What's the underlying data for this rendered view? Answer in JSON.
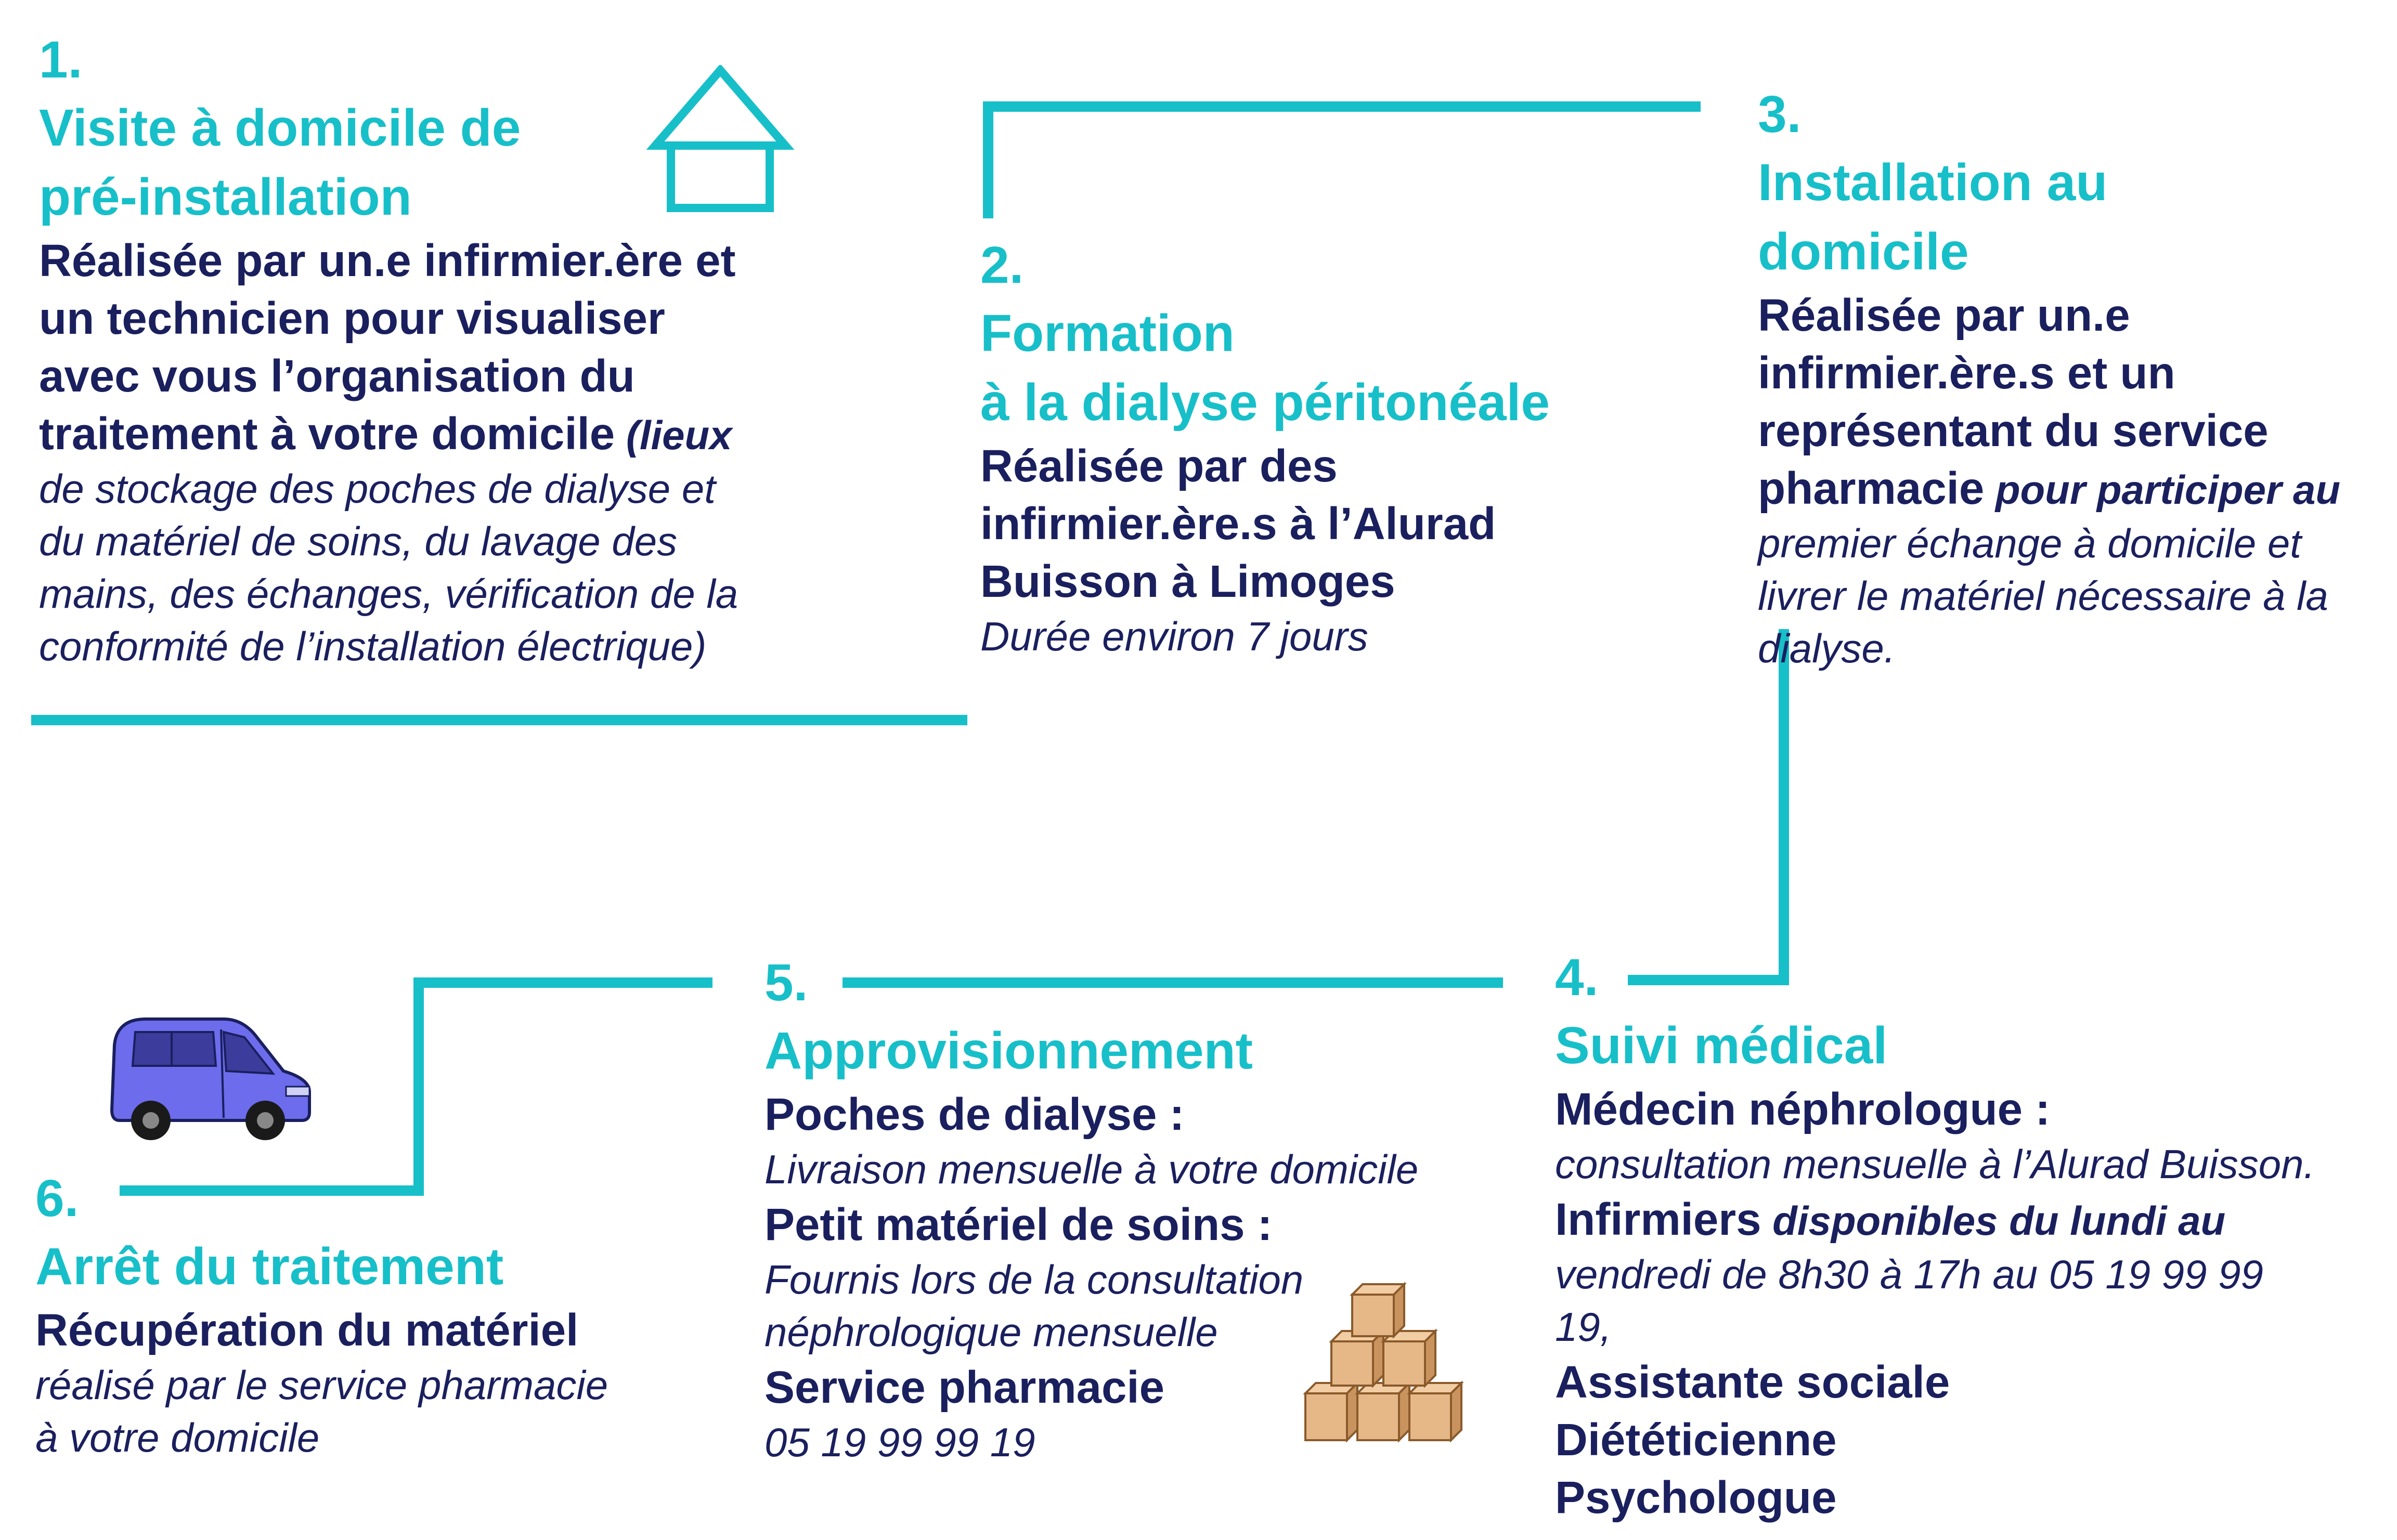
{
  "colors": {
    "accent": "#17bfc9",
    "text": "#1a1f5e"
  },
  "icons": [
    "house-icon",
    "van-icon",
    "boxes-icon"
  ],
  "steps": [
    {
      "num": "1.",
      "title1": "Visite à domicile de",
      "title2": "pré-installation",
      "body1": "Réalisée par un.e infirmier.ère et",
      "body2": "un technicien pour visualiser",
      "body3": "avec vous l’organisation du",
      "body4": "traitement à votre domicile",
      "body4_it": " (lieux",
      "it1": "de stockage des poches de dialyse et",
      "it2": "du matériel de soins, du lavage des",
      "it3": "mains, des échanges, vérification de la",
      "it4": "conformité de l’installation électrique)"
    },
    {
      "num": "2.",
      "title1": "Formation",
      "title2": "à la dialyse péritonéale",
      "body1": "Réalisée par des",
      "body2": "infirmier.ère.s à l’Alurad",
      "body3": "Buisson à Limoges",
      "it1": "Durée environ 7 jours"
    },
    {
      "num": "3.",
      "title1": "Installation au",
      "title2": "domicile",
      "body1": "Réalisée par un.e",
      "body2": "infirmier.ère.s et un",
      "body3": "représentant du service",
      "body4": "pharmacie",
      "body4_it": " pour participer au",
      "it1": "premier échange à domicile et",
      "it2": "livrer le matériel nécessaire à la",
      "it3": "dialyse."
    },
    {
      "num": "4.",
      "title1": "Suivi médical",
      "b1": "Médecin néphrologue :",
      "i1": "consultation mensuelle à l’Alurad Buisson.",
      "b2": "Infirmiers",
      "b2_it": " disponibles du lundi au",
      "i2": "vendredi de 8h30 à 17h au 05 19 99 99",
      "i3": "19,",
      "b3": "Assistante sociale",
      "b4": "Diététicienne",
      "b5": "Psychologue"
    },
    {
      "num": "5.",
      "title1": "Approvisionnement",
      "b1": "Poches de dialyse :",
      "i1": "Livraison mensuelle à votre domicile",
      "b2": "Petit matériel de soins :",
      "i2": "Fournis lors de la consultation",
      "i3": "néphrologique mensuelle",
      "b3": "Service pharmacie",
      "i4": "05 19 99 99 19"
    },
    {
      "num": "6.",
      "title1": "Arrêt du traitement",
      "b1": "Récupération du matériel",
      "i1": "réalisé par le service pharmacie",
      "i2": "à votre domicile"
    }
  ]
}
